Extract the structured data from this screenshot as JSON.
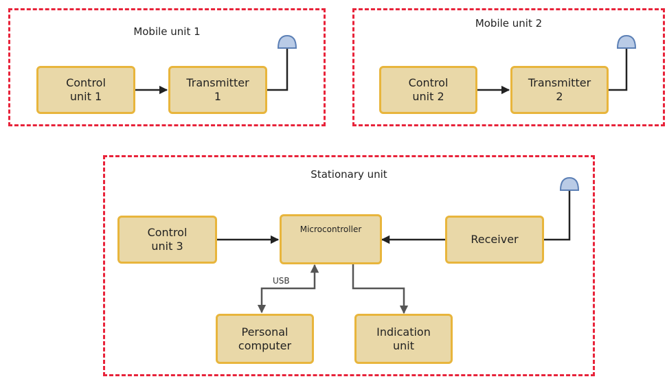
{
  "groups": {
    "mobile1": "Mobile unit 1",
    "mobile2": "Mobile unit 2",
    "stationary": "Stationary unit"
  },
  "blocks": {
    "control1": "Control\nunit 1",
    "transmitter1": "Transmitter\n1",
    "control2": "Control\nunit 2",
    "transmitter2": "Transmitter\n2",
    "control3": "Control\nunit 3",
    "microcontroller": "Microcontroller",
    "receiver": "Receiver",
    "pc": "Personal\ncomputer",
    "indication": "Indication\nunit"
  },
  "labels": {
    "usb": "USB"
  },
  "colors": {
    "group_border": "#e8233a",
    "block_fill": "#e9d8a8",
    "block_border": "#e8b53c",
    "antenna_fill": "#b9cbe6",
    "antenna_stroke": "#5b7fb5"
  }
}
